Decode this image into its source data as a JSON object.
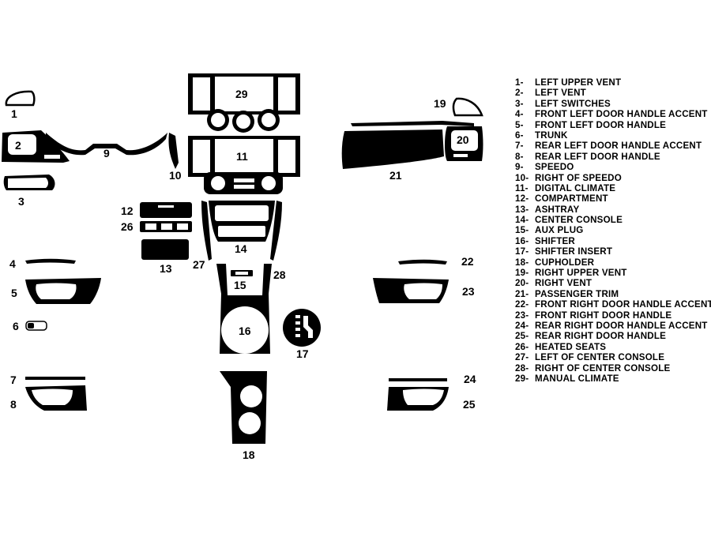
{
  "parts": [
    {
      "num": "1-",
      "label": "LEFT UPPER VENT"
    },
    {
      "num": "2-",
      "label": "LEFT VENT"
    },
    {
      "num": "3-",
      "label": "LEFT SWITCHES"
    },
    {
      "num": "4-",
      "label": "FRONT LEFT DOOR HANDLE ACCENT"
    },
    {
      "num": "5-",
      "label": "FRONT LEFT DOOR HANDLE"
    },
    {
      "num": "6-",
      "label": "TRUNK"
    },
    {
      "num": "7-",
      "label": "REAR LEFT DOOR HANDLE ACCENT"
    },
    {
      "num": "8-",
      "label": "REAR LEFT DOOR HANDLE"
    },
    {
      "num": "9-",
      "label": "SPEEDO"
    },
    {
      "num": "10-",
      "label": "RIGHT OF SPEEDO"
    },
    {
      "num": "11-",
      "label": "DIGITAL CLIMATE"
    },
    {
      "num": "12-",
      "label": "COMPARTMENT"
    },
    {
      "num": "13-",
      "label": "ASHTRAY"
    },
    {
      "num": "14-",
      "label": "CENTER CONSOLE"
    },
    {
      "num": "15-",
      "label": "AUX PLUG"
    },
    {
      "num": "16-",
      "label": "SHIFTER"
    },
    {
      "num": "17-",
      "label": "SHIFTER INSERT"
    },
    {
      "num": "18-",
      "label": "CUPHOLDER"
    },
    {
      "num": "19-",
      "label": "RIGHT UPPER VENT"
    },
    {
      "num": "20-",
      "label": "RIGHT VENT"
    },
    {
      "num": "21-",
      "label": "PASSENGER TRIM"
    },
    {
      "num": "22-",
      "label": "FRONT RIGHT DOOR HANDLE ACCENT"
    },
    {
      "num": "23-",
      "label": "FRONT RIGHT DOOR HANDLE"
    },
    {
      "num": "24-",
      "label": "REAR RIGHT DOOR HANDLE ACCENT"
    },
    {
      "num": "25-",
      "label": "REAR RIGHT DOOR HANDLE"
    },
    {
      "num": "26-",
      "label": "HEATED SEATS"
    },
    {
      "num": "27-",
      "label": "LEFT OF CENTER CONSOLE"
    },
    {
      "num": "28-",
      "label": "RIGHT OF CENTER CONSOLE"
    },
    {
      "num": "29-",
      "label": "MANUAL CLIMATE"
    }
  ],
  "callouts": {
    "c1": "1",
    "c2": "2",
    "c3": "3",
    "c4": "4",
    "c5": "5",
    "c6": "6",
    "c7": "7",
    "c8": "8",
    "c9": "9",
    "c10": "10",
    "c11": "11",
    "c12": "12",
    "c13": "13",
    "c14": "14",
    "c15": "15",
    "c16": "16",
    "c17": "17",
    "c18": "18",
    "c19": "19",
    "c20": "20",
    "c21": "21",
    "c22": "22",
    "c23": "23",
    "c24": "24",
    "c25": "25",
    "c26": "26",
    "c27": "27",
    "c28": "28",
    "c29": "29"
  },
  "colors": {
    "trim": "#000000",
    "background": "#ffffff"
  }
}
